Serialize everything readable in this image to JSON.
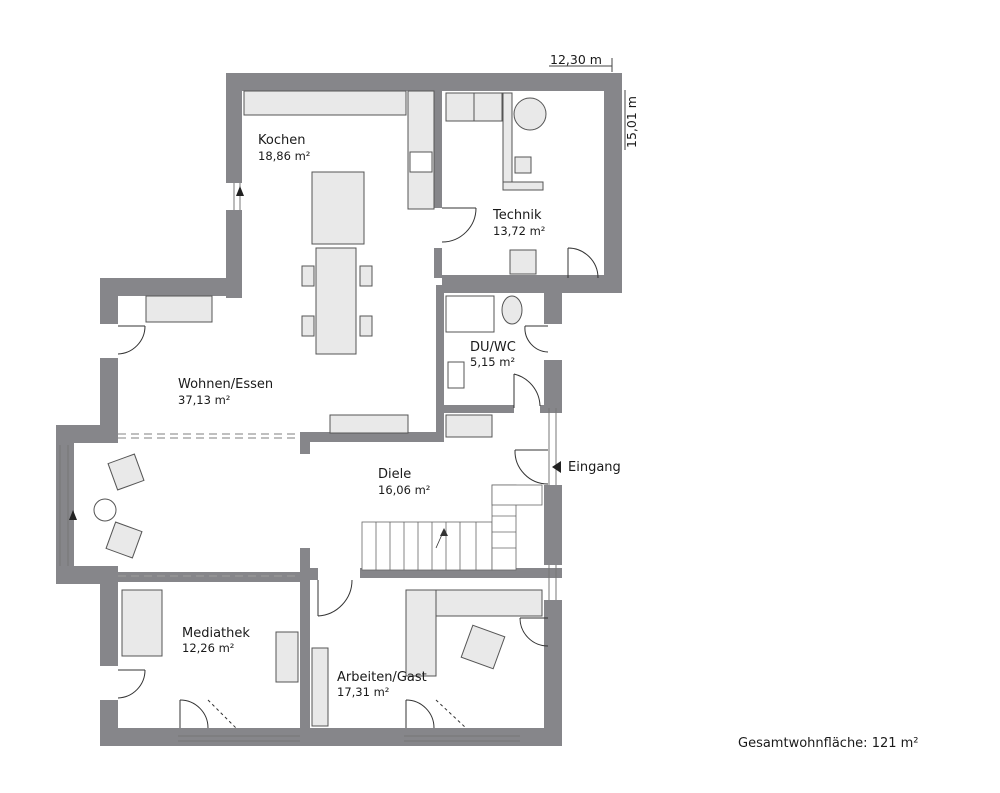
{
  "rooms": {
    "kochen": {
      "name": "Kochen",
      "area": "18,86 m²"
    },
    "technik": {
      "name": "Technik",
      "area": "13,72 m²"
    },
    "duwc": {
      "name": "DU/WC",
      "area": "5,15 m²"
    },
    "wohnen": {
      "name": "Wohnen/Essen",
      "area": "37,13 m²"
    },
    "diele": {
      "name": "Diele",
      "area": "16,06 m²"
    },
    "mediathek": {
      "name": "Mediathek",
      "area": "12,26 m²"
    },
    "arbeiten": {
      "name": "Arbeiten/Gast",
      "area": "17,31 m²"
    }
  },
  "entrance": {
    "label": "Eingang"
  },
  "dimensions": {
    "width": "12,30 m",
    "depth": "15,01 m"
  },
  "total_area": "Gesamtwohnfläche: 121 m²",
  "colors": {
    "wall": "#86868a",
    "furniture": "#e9e9e9",
    "outline": "#555555"
  }
}
